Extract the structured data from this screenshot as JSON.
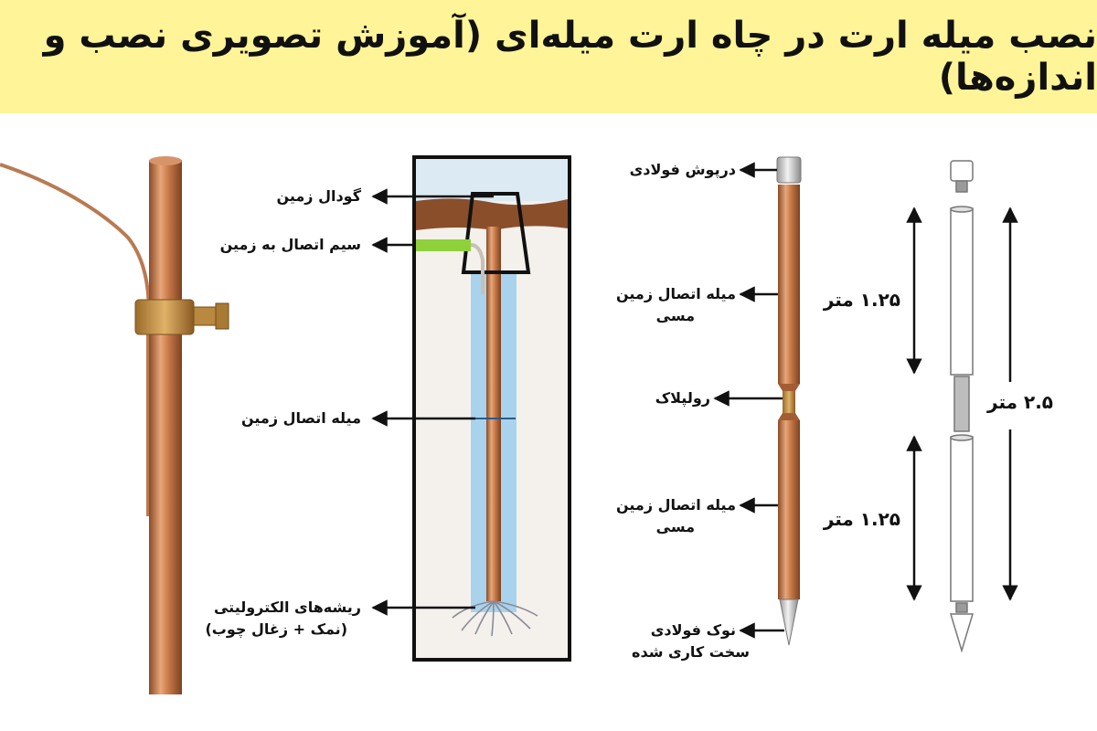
{
  "title": "نصب میله ارت در چاه ارت میله‌ای (آموزش تصویری نصب و اندازه‌ها)",
  "well_labels": {
    "pit": "گودال زمین",
    "wire": "سیم اتصال به زمین",
    "rod": "میله اتصال زمین",
    "roots_line1": "ریشه‌های الکترولیتی",
    "roots_line2": "(نمک + زغال چوب)"
  },
  "rod_labels": {
    "cap": "درپوش فولادی",
    "upper_line1": "میله اتصال زمین",
    "upper_line2": "مسی",
    "coupling": "رولپلاک",
    "lower_line1": "میله اتصال زمین",
    "lower_line2": "مسی",
    "tip_line1": "نوک فولادی",
    "tip_line2": "سخت کاری شده"
  },
  "dimensions": {
    "upper": "۱.۲۵ متر",
    "lower": "۱.۲۵ متر",
    "total": "۲.۵ متر"
  },
  "colors": {
    "banner": "#fff497",
    "copper": "#c97a4c",
    "soil": "#8b4e2a",
    "water": "#a9d3ec",
    "wire": "#8fd13a"
  }
}
